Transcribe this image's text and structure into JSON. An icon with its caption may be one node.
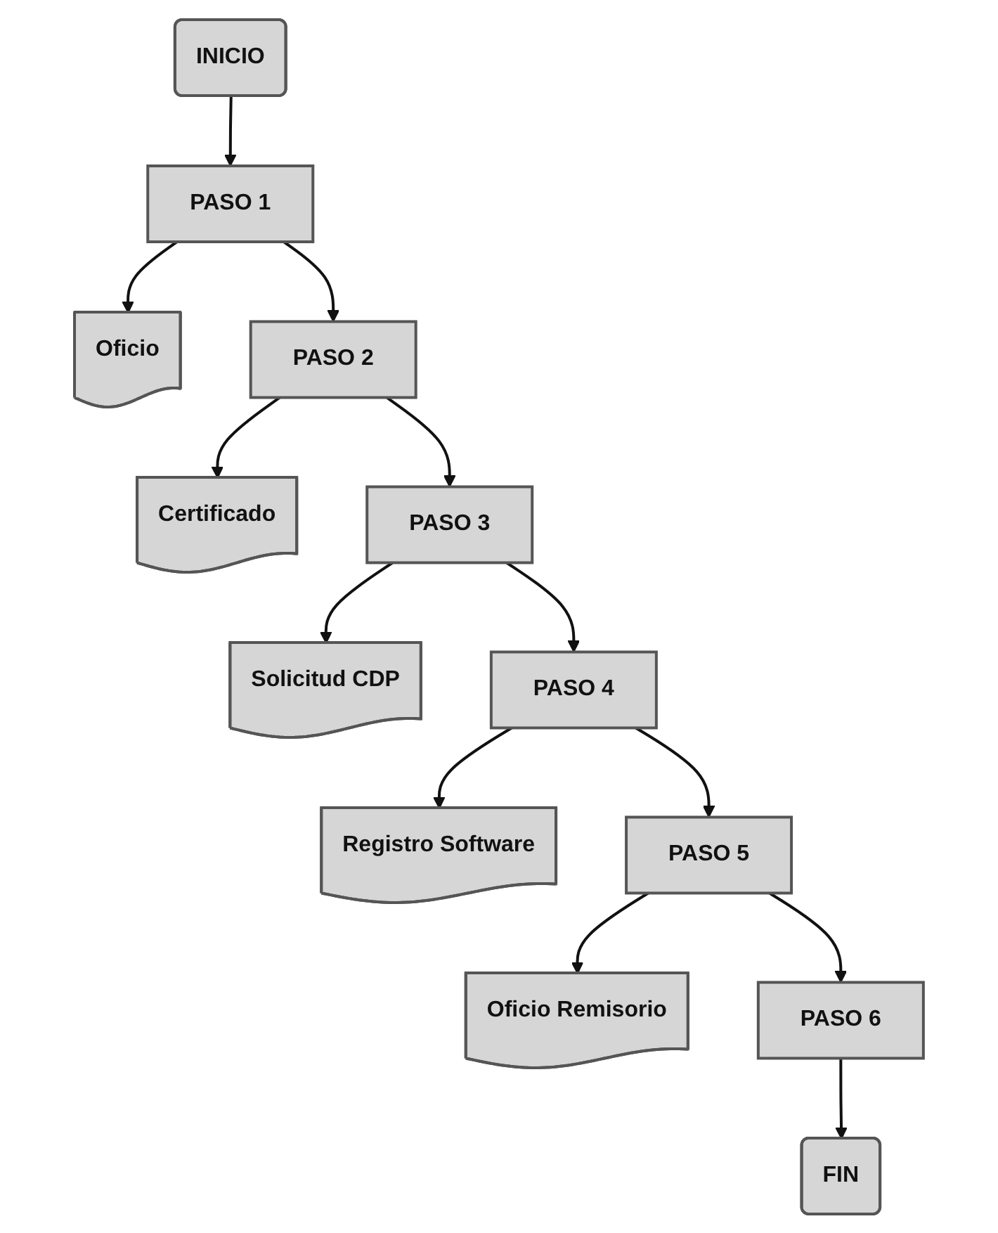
{
  "diagram": {
    "nodes": [
      {
        "text": [
          "INICIO"
        ]
      },
      {
        "text": [
          "PASO 1"
        ]
      },
      {
        "text": [
          "Oficio"
        ]
      },
      {
        "text": [
          "PASO 2"
        ]
      },
      {
        "text": [
          "Certificado"
        ]
      },
      {
        "text": [
          "PASO 3"
        ]
      },
      {
        "text": [
          "Solicitud CDP"
        ]
      },
      {
        "text": [
          "PASO 4"
        ]
      },
      {
        "text": [
          "Registro Software"
        ]
      },
      {
        "text": [
          "PASO 5"
        ]
      },
      {
        "text": [
          "Oficio Remisorio"
        ]
      },
      {
        "text": [
          "PASO 6"
        ]
      },
      {
        "text": [
          "FIN"
        ]
      }
    ],
    "edges": [
      {
        "from": 0,
        "to": 1,
        "arrow": "to"
      },
      {
        "from": 1,
        "to": 2,
        "arrow": "to"
      },
      {
        "from": 1,
        "to": 3,
        "arrow": "to"
      },
      {
        "from": 3,
        "to": 4,
        "arrow": "to"
      },
      {
        "from": 3,
        "to": 5,
        "arrow": "to"
      },
      {
        "from": 5,
        "to": 6,
        "arrow": "to"
      },
      {
        "from": 5,
        "to": 7,
        "arrow": "to"
      },
      {
        "from": 7,
        "to": 8,
        "arrow": "to"
      },
      {
        "from": 7,
        "to": 9,
        "arrow": "to"
      },
      {
        "from": 9,
        "to": 10,
        "arrow": "to"
      },
      {
        "from": 9,
        "to": 11,
        "arrow": "to"
      },
      {
        "from": 11,
        "to": 12,
        "arrow": "to"
      }
    ]
  }
}
